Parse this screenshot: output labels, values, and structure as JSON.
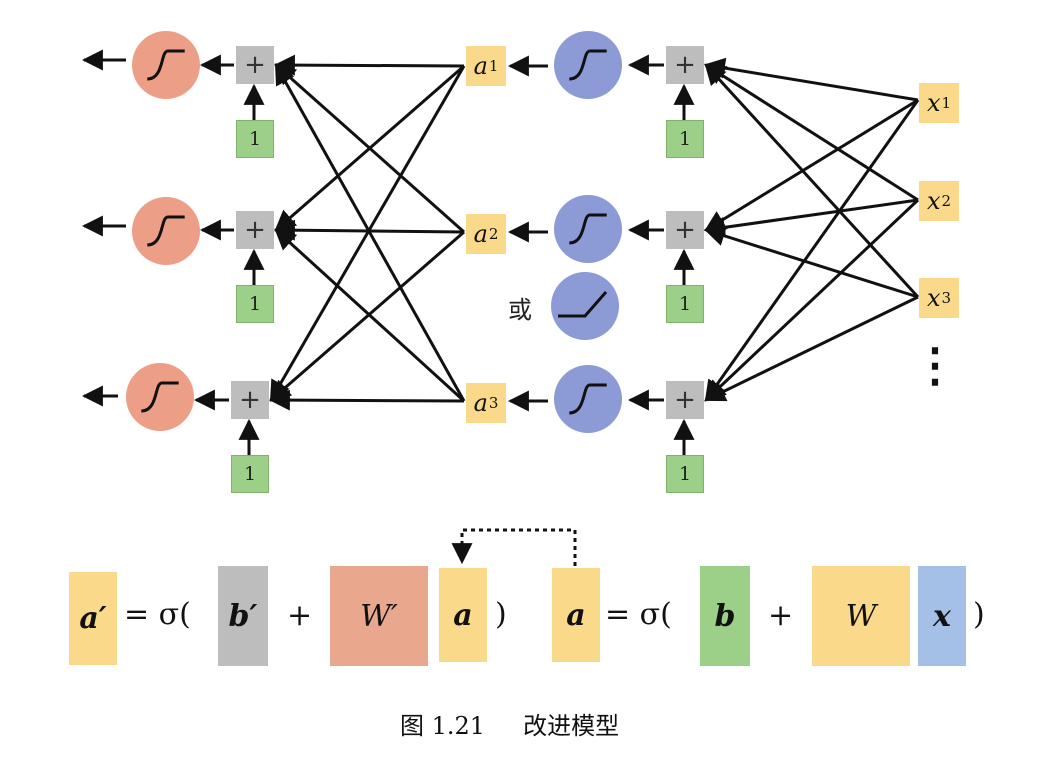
{
  "diagram": {
    "colors": {
      "output_neuron": "#ec9f86",
      "hidden_neuron": "#8c9bd6",
      "plus_box": "#bdbdbd",
      "bias_box": "#9ccf88",
      "variable_box": "#fbd98a",
      "x_box": "#a5c0e6",
      "weight_box": "#e9a78e",
      "bias_prime_box": "#bdbdbd"
    },
    "icons": {
      "sigmoid": "sigmoid-curve-icon",
      "relu": "relu-curve-icon",
      "arrow": "arrow-left-icon"
    },
    "plus_symbol": "+",
    "bias_value": "1",
    "or_label": "或",
    "hidden_outputs": [
      {
        "base": "a",
        "sub": "1"
      },
      {
        "base": "a",
        "sub": "2"
      },
      {
        "base": "a",
        "sub": "3"
      }
    ],
    "inputs": [
      {
        "base": "x",
        "sub": "1"
      },
      {
        "base": "x",
        "sub": "2"
      },
      {
        "base": "x",
        "sub": "3"
      }
    ],
    "ellipsis": "⋮"
  },
  "equation": {
    "left": {
      "lhs": "a′",
      "equals_sigma": "= σ(",
      "bias": "b′",
      "plus": "+",
      "weight": "W′",
      "input": "a",
      "close": ")"
    },
    "right": {
      "lhs": "a",
      "equals_sigma": "= σ(",
      "bias": "b",
      "plus": "+",
      "weight": "W",
      "input": "x",
      "close": ")"
    }
  },
  "caption": {
    "figure_label": "图 1.21",
    "title": "改进模型"
  }
}
